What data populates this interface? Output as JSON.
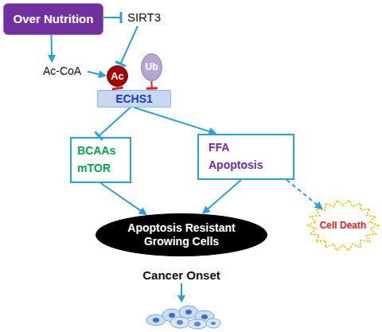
{
  "diagram": {
    "nodes": [
      {
        "text": [
          "Over Nutrition"
        ]
      },
      {
        "text": [
          "SIRT3"
        ]
      },
      {
        "text": [
          "Ac-CoA"
        ]
      },
      {
        "text": [
          "Ac"
        ]
      },
      {
        "text": [
          "Ub"
        ]
      },
      {
        "text": [
          "ECHS1"
        ]
      },
      {
        "text": [
          "BCAAs",
          "mTOR"
        ]
      },
      {
        "text": [
          "FFA",
          "Apoptosis"
        ]
      },
      {
        "text": [
          "Apoptosis Resistant Growing Cells"
        ]
      },
      {
        "text": [
          "Cell Death"
        ]
      }
    ],
    "edges": [
      {
        "from": 0,
        "to": 1,
        "arrow": "to"
      },
      {
        "from": 0,
        "to": 2,
        "arrow": "to"
      },
      {
        "from": 2,
        "to": 3,
        "arrow": "to"
      },
      {
        "from": 1,
        "to": 3,
        "arrow": "to"
      },
      {
        "from": 3,
        "to": 5,
        "arrow": "to"
      },
      {
        "from": 4,
        "to": 5,
        "arrow": "to"
      },
      {
        "from": 5,
        "to": 6,
        "arrow": "to"
      },
      {
        "from": 5,
        "to": 7,
        "arrow": "to"
      },
      {
        "from": 6,
        "to": 8,
        "arrow": "to"
      },
      {
        "from": 7,
        "to": 8,
        "arrow": "to"
      },
      {
        "from": 7,
        "to": 9,
        "arrow": "to"
      }
    ],
    "labels": [
      "Cancer Onset"
    ]
  }
}
